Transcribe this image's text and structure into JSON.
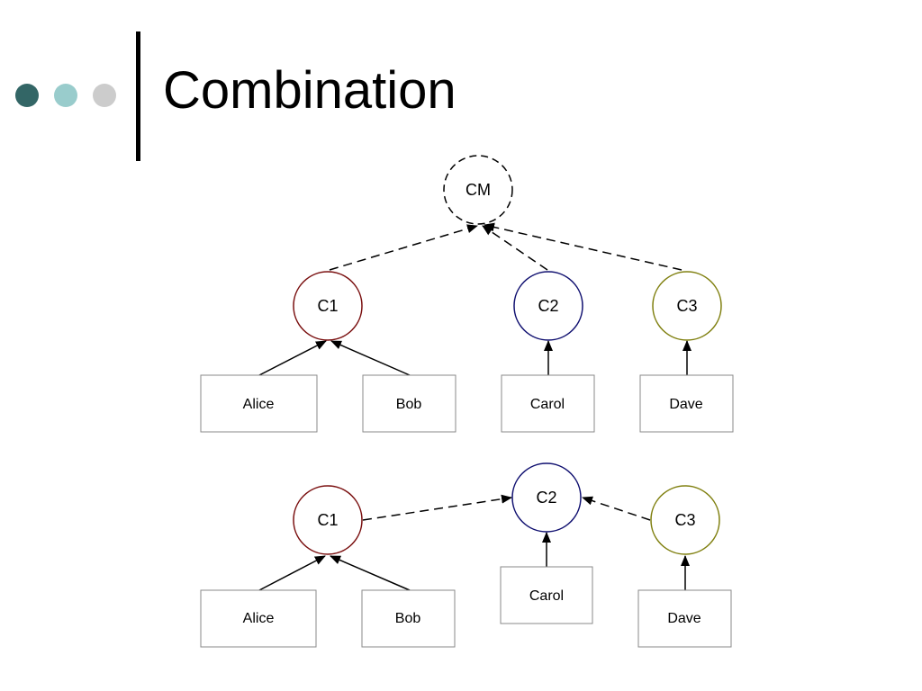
{
  "slide": {
    "title": "Combination",
    "bullet_colors": [
      "#336666",
      "#99cccc",
      "#cccccc"
    ]
  },
  "diagram_top": {
    "nodes": {
      "cm": {
        "label": "CM",
        "color": "#000000",
        "style": "dashed"
      },
      "c1": {
        "label": "C1",
        "color": "#7a1010",
        "style": "solid"
      },
      "c2": {
        "label": "C2",
        "color": "#101070",
        "style": "solid"
      },
      "c3": {
        "label": "C3",
        "color": "#808010",
        "style": "solid"
      }
    },
    "boxes": {
      "alice": "Alice",
      "bob": "Bob",
      "carol": "Carol",
      "dave": "Dave"
    }
  },
  "diagram_bottom": {
    "nodes": {
      "c1": {
        "label": "C1",
        "color": "#7a1010"
      },
      "c2": {
        "label": "C2",
        "color": "#101070"
      },
      "c3": {
        "label": "C3",
        "color": "#808010"
      }
    },
    "boxes": {
      "alice": "Alice",
      "bob": "Bob",
      "carol": "Carol",
      "dave": "Dave"
    }
  }
}
